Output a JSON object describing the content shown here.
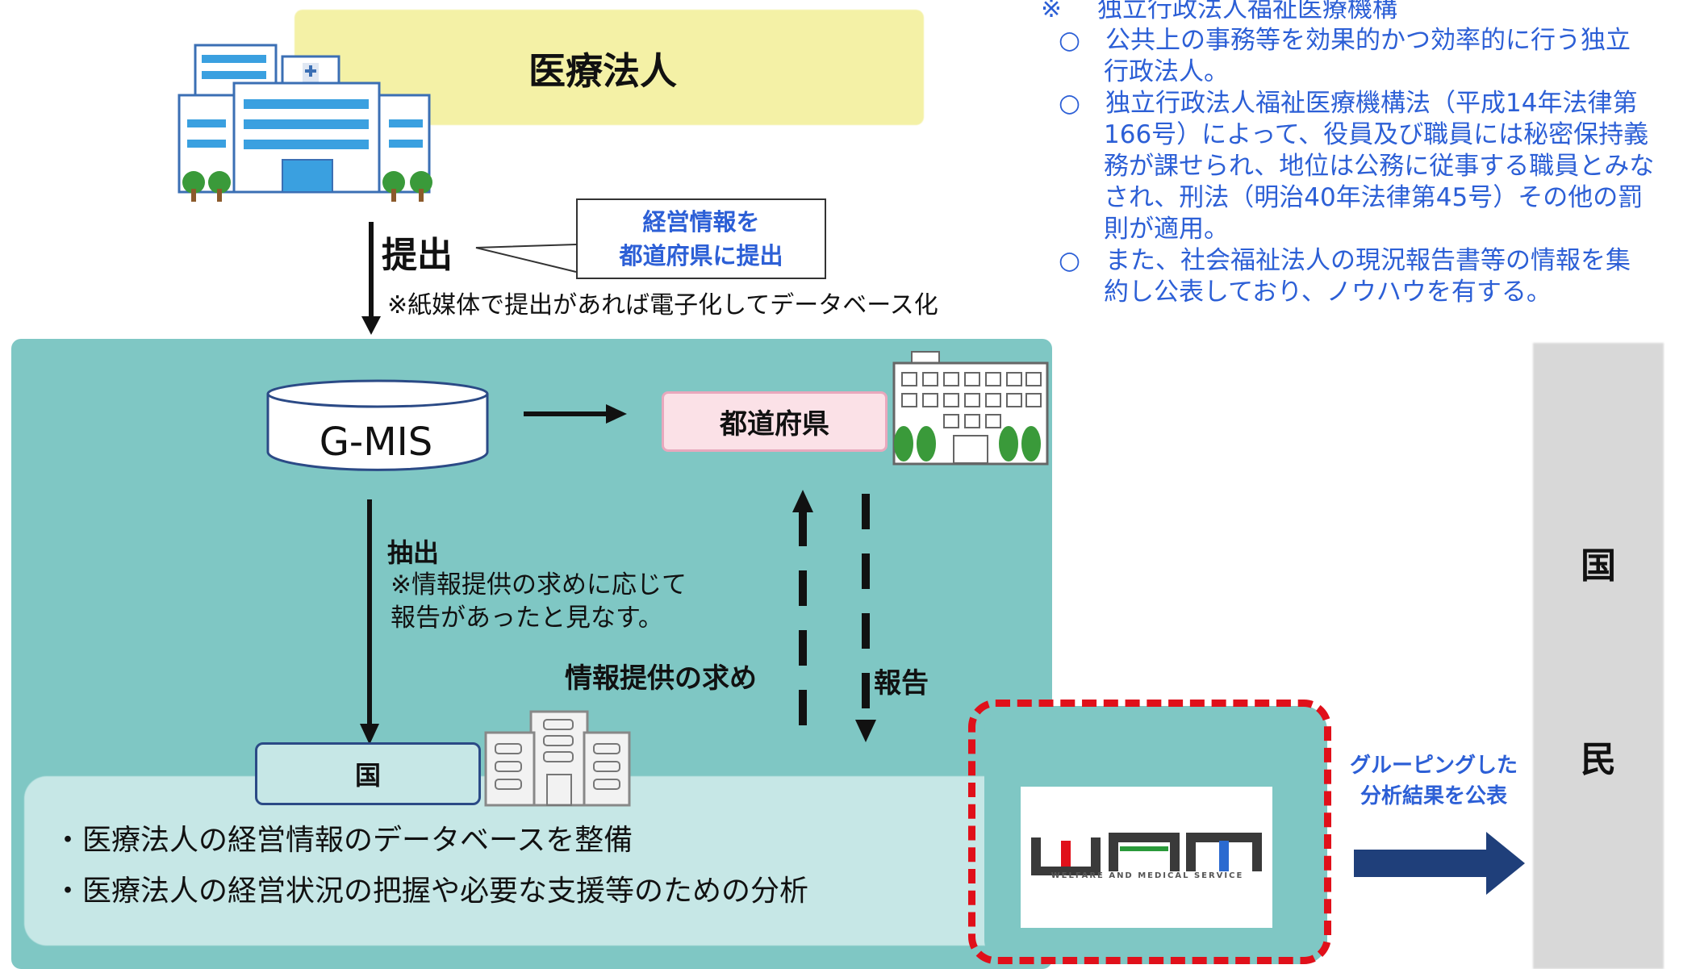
{
  "top": {
    "title": "医療法人"
  },
  "submit": {
    "label": "提出",
    "callout_line1": "経営情報を",
    "callout_line2": "都道府県に提出",
    "note": "※紙媒体で提出があれば電子化してデータベース化"
  },
  "gmis": {
    "label": "G-MIS"
  },
  "prefecture": {
    "label": "都道府県"
  },
  "extract": {
    "label": "抽出",
    "note_line1": "※情報提供の求めに応じて",
    "note_line2": "報告があったと見なす。"
  },
  "request": {
    "label": "情報提供の求め"
  },
  "report": {
    "label": "報告"
  },
  "country": {
    "label": "国",
    "bullet1": "・医療法人の経営情報のデータベースを整備",
    "bullet2": "・医療法人の経営状況の把握や必要な支援等のための分析"
  },
  "wam": {
    "logo_text": "WAM",
    "tagline": "WELFARE AND MEDICAL SERVICE"
  },
  "publish": {
    "line1": "グルーピングした",
    "line2": "分析結果を公表"
  },
  "nation": {
    "char1": "国",
    "char2": "民"
  },
  "notes": {
    "head_mark": "※",
    "head": "独立行政法人福祉医療機構",
    "bullet_mark": "○",
    "items": [
      {
        "line1": "公共上の事務等を効果的かつ効率的に行う独立",
        "cont": [
          "行政法人。"
        ]
      },
      {
        "line1": "独立行政法人福祉医療機構法（平成14年法律第",
        "cont": [
          "166号）によって、役員及び職員には秘密保持義",
          "務が課せられ、地位は公務に従事する職員とみな",
          "され、刑法（明治40年法律第45号）その他の罰",
          "則が適用。"
        ]
      },
      {
        "line1": "また、社会福祉法人の現況報告書等の情報を集",
        "cont": [
          "約し公表しており、ノウハウを有する。"
        ]
      }
    ]
  },
  "colors": {
    "teal": "#7fc7c4",
    "light_teal": "#c6e7e6",
    "yellow_band": "#f4f1a6",
    "note_blue": "#2c5fd6",
    "arrow_navy": "#1f3f7a",
    "wam_dashed_red": "#e0101a",
    "pref_pink": "#fbe1e7"
  }
}
